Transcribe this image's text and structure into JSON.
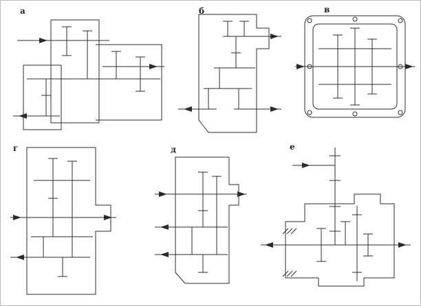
{
  "figure": {
    "panels": [
      {
        "label": "а"
      },
      {
        "label": "б"
      },
      {
        "label": "в"
      },
      {
        "label": "г"
      },
      {
        "label": "д"
      },
      {
        "label": "е"
      }
    ],
    "colors": {
      "line": "#2b2b2b",
      "background": "#ffffff"
    }
  }
}
